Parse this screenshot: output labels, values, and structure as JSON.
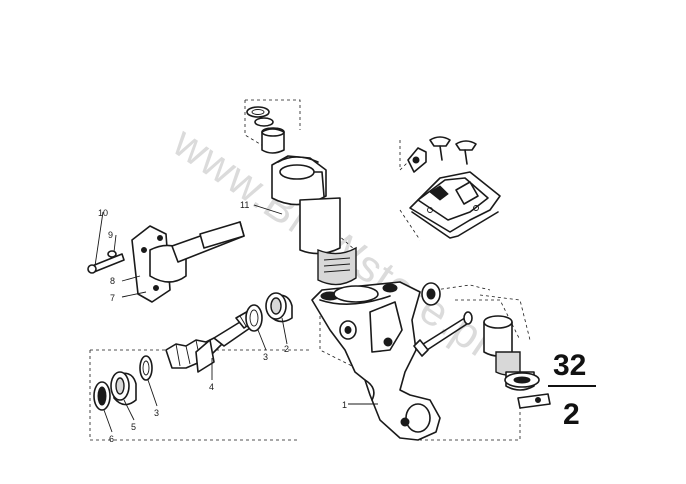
{
  "watermark": "www.BMWstore.pl",
  "group_number": {
    "top": "32",
    "bottom": "2"
  },
  "callouts": {
    "part_1": "1",
    "part_2": "2",
    "part_3a": "3",
    "part_3b": "3",
    "part_4": "4",
    "part_5": "5",
    "part_6": "6",
    "part_7": "7",
    "part_8": "8",
    "part_9": "9",
    "part_10": "10",
    "part_11": "11"
  }
}
